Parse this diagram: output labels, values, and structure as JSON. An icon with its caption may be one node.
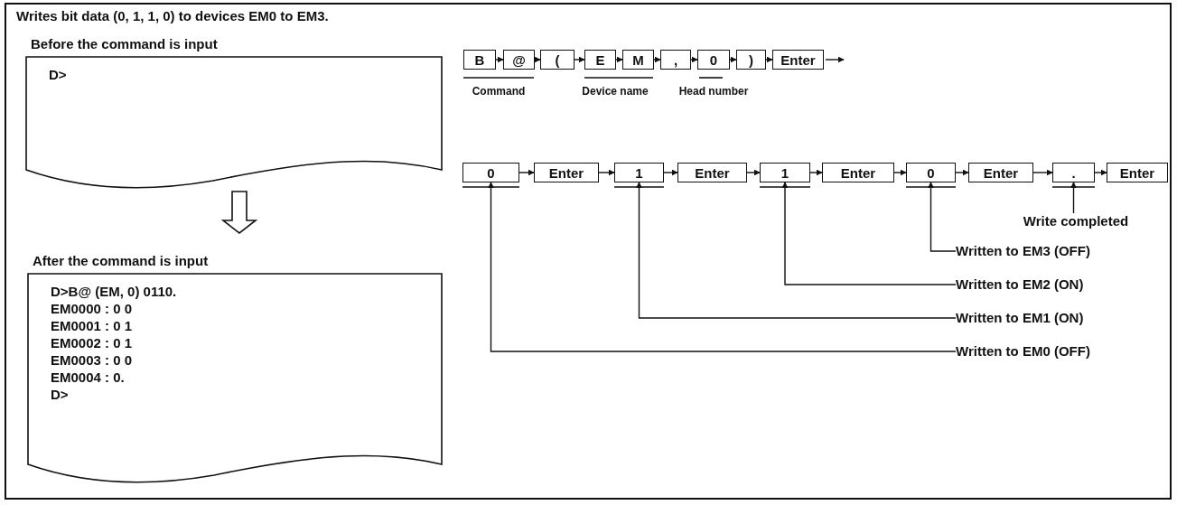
{
  "diagram": {
    "title": "Writes bit data (0, 1, 1, 0) to devices EM0 to EM3.",
    "nodes": [
      {
        "text": [
          "Before the command is input",
          "D>"
        ]
      },
      {
        "text": [
          "After the command is input",
          "D>B@ (EM, 0) 0110.",
          "EM0000 : 0 0",
          "EM0001 : 0 1",
          "EM0002 : 0 1",
          "EM0003 : 0 0",
          "EM0004 : 0.",
          "D>"
        ]
      },
      {
        "text": [
          "B"
        ]
      },
      {
        "text": [
          "@"
        ]
      },
      {
        "text": [
          "("
        ]
      },
      {
        "text": [
          "E"
        ]
      },
      {
        "text": [
          "M"
        ]
      },
      {
        "text": [
          ","
        ]
      },
      {
        "text": [
          "0"
        ]
      },
      {
        "text": [
          ")"
        ]
      },
      {
        "text": [
          "Enter"
        ]
      },
      {
        "text": [
          "0"
        ]
      },
      {
        "text": [
          "Enter"
        ]
      },
      {
        "text": [
          "1"
        ]
      },
      {
        "text": [
          "Enter"
        ]
      },
      {
        "text": [
          "1"
        ]
      },
      {
        "text": [
          "Enter"
        ]
      },
      {
        "text": [
          "0"
        ]
      },
      {
        "text": [
          "Enter"
        ]
      },
      {
        "text": [
          "."
        ]
      },
      {
        "text": [
          "Enter"
        ]
      },
      {
        "text": [
          "Write completed"
        ]
      },
      {
        "text": [
          "Written to EM3 (OFF)"
        ]
      },
      {
        "text": [
          "Written to EM2 (ON)"
        ]
      },
      {
        "text": [
          "Written to EM1 (ON)"
        ]
      },
      {
        "text": [
          "Written to EM0 (OFF)"
        ]
      }
    ],
    "edges": [
      {
        "from": 0,
        "to": 1,
        "arrow": "to",
        "style": "thick"
      },
      {
        "from": 2,
        "to": 3,
        "arrow": "to"
      },
      {
        "from": 3,
        "to": 4,
        "arrow": "to"
      },
      {
        "from": 4,
        "to": 5,
        "arrow": "to"
      },
      {
        "from": 5,
        "to": 6,
        "arrow": "to"
      },
      {
        "from": 6,
        "to": 7,
        "arrow": "to"
      },
      {
        "from": 7,
        "to": 8,
        "arrow": "to"
      },
      {
        "from": 8,
        "to": 9,
        "arrow": "to"
      },
      {
        "from": 9,
        "to": 10,
        "arrow": "to"
      },
      {
        "from": 10,
        "to": null,
        "arrow": "to"
      },
      {
        "from": 11,
        "to": 12,
        "arrow": "to"
      },
      {
        "from": 12,
        "to": 13,
        "arrow": "to"
      },
      {
        "from": 13,
        "to": 14,
        "arrow": "to"
      },
      {
        "from": 14,
        "to": 15,
        "arrow": "to"
      },
      {
        "from": 15,
        "to": 16,
        "arrow": "to"
      },
      {
        "from": 16,
        "to": 17,
        "arrow": "to"
      },
      {
        "from": 17,
        "to": 18,
        "arrow": "to"
      },
      {
        "from": 18,
        "to": 19,
        "arrow": "to"
      },
      {
        "from": 19,
        "to": 20,
        "arrow": "to"
      },
      {
        "from": 21,
        "to": 19,
        "arrow": "to"
      },
      {
        "from": 22,
        "to": 17,
        "arrow": "to"
      },
      {
        "from": 23,
        "to": 15,
        "arrow": "to"
      },
      {
        "from": 24,
        "to": 13,
        "arrow": "to"
      },
      {
        "from": 25,
        "to": 11,
        "arrow": "to"
      }
    ],
    "labels": [
      "Command",
      "Device name",
      "Head number"
    ]
  }
}
